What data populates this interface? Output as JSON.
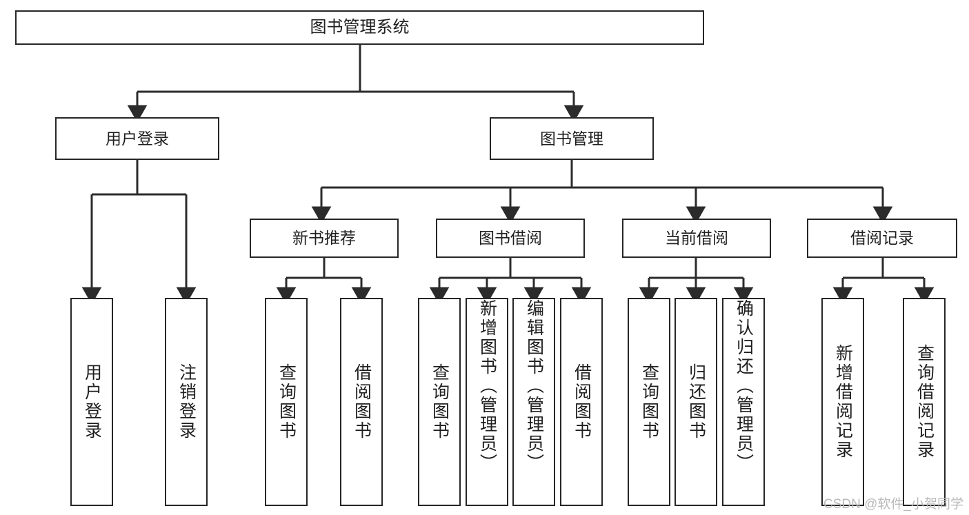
{
  "diagram": {
    "title": "图书管理系统",
    "type": "tree",
    "colors": {
      "box_border": "#262626",
      "box_fill": "#ffffff",
      "connector": "#333333",
      "text": "#1f1f1f",
      "watermark": "#b9b9b9",
      "background": "#ffffff"
    },
    "watermark": "CSDN @软件_小贺同学",
    "nodes": {
      "root": {
        "label": "图书管理系统"
      },
      "level2": [
        {
          "id": "user-login",
          "label": "用户登录"
        },
        {
          "id": "book-manage",
          "label": "图书管理"
        }
      ],
      "level3": [
        {
          "id": "new-book-rec",
          "label": "新书推荐"
        },
        {
          "id": "book-borrow",
          "label": "图书借阅"
        },
        {
          "id": "current-borrow",
          "label": "当前借阅"
        },
        {
          "id": "borrow-record",
          "label": "借阅记录"
        }
      ],
      "leaves": {
        "user_login": [
          {
            "id": "leaf-user-login",
            "label": "用户登录"
          },
          {
            "id": "leaf-logout",
            "label": "注销登录"
          }
        ],
        "new_book_rec": [
          {
            "id": "leaf-query-book-1",
            "label": "查询图书"
          },
          {
            "id": "leaf-borrow-book-1",
            "label": "借阅图书"
          }
        ],
        "book_borrow": [
          {
            "id": "leaf-query-book-2",
            "label": "查询图书"
          },
          {
            "id": "leaf-add-book",
            "label": "新增图书（管理员）"
          },
          {
            "id": "leaf-edit-book",
            "label": "编辑图书（管理员）"
          },
          {
            "id": "leaf-borrow-book-2",
            "label": "借阅图书"
          }
        ],
        "current_borrow": [
          {
            "id": "leaf-query-book-3",
            "label": "查询图书"
          },
          {
            "id": "leaf-return-book",
            "label": "归还图书"
          },
          {
            "id": "leaf-confirm-return",
            "label": "确认归还（管理员）"
          }
        ],
        "borrow_record": [
          {
            "id": "leaf-add-record",
            "label": "新增借阅记录"
          },
          {
            "id": "leaf-query-record",
            "label": "查询借阅记录"
          }
        ]
      }
    }
  }
}
